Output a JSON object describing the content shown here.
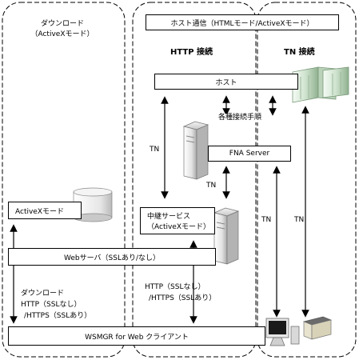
{
  "zones": {
    "download": {
      "title_line1": "ダウンロード",
      "title_line2": "（ActiveXモード）"
    },
    "host_comm": {
      "title": "ホスト通信（HTMLモード/ActiveXモード）",
      "http_heading": "HTTP 接続",
      "tn_heading": "TN 接続"
    }
  },
  "boxes": {
    "host": "ホスト",
    "fna_server": "FNA Server",
    "activex_mode": "ActiveXモード",
    "relay_line1": "中継サービス",
    "relay_line2": "（ActiveXモード）",
    "web_server": "Webサーバ（SSLあり/なし）",
    "client": "WSMGR for Web クライアント"
  },
  "labels": {
    "procedure": "各種接続手順",
    "tn_http_left": "TN",
    "tn_http_mid": "TN",
    "tn_col1": "TN",
    "tn_col2": "TN",
    "dl_line1": "ダウンロード",
    "dl_line2": "HTTP（SSLなし）",
    "dl_line3": "/HTTPS（SSLあり）",
    "http_line1": "HTTP（SSLなし）",
    "http_line2": "/HTTPS（SSLあり）"
  }
}
